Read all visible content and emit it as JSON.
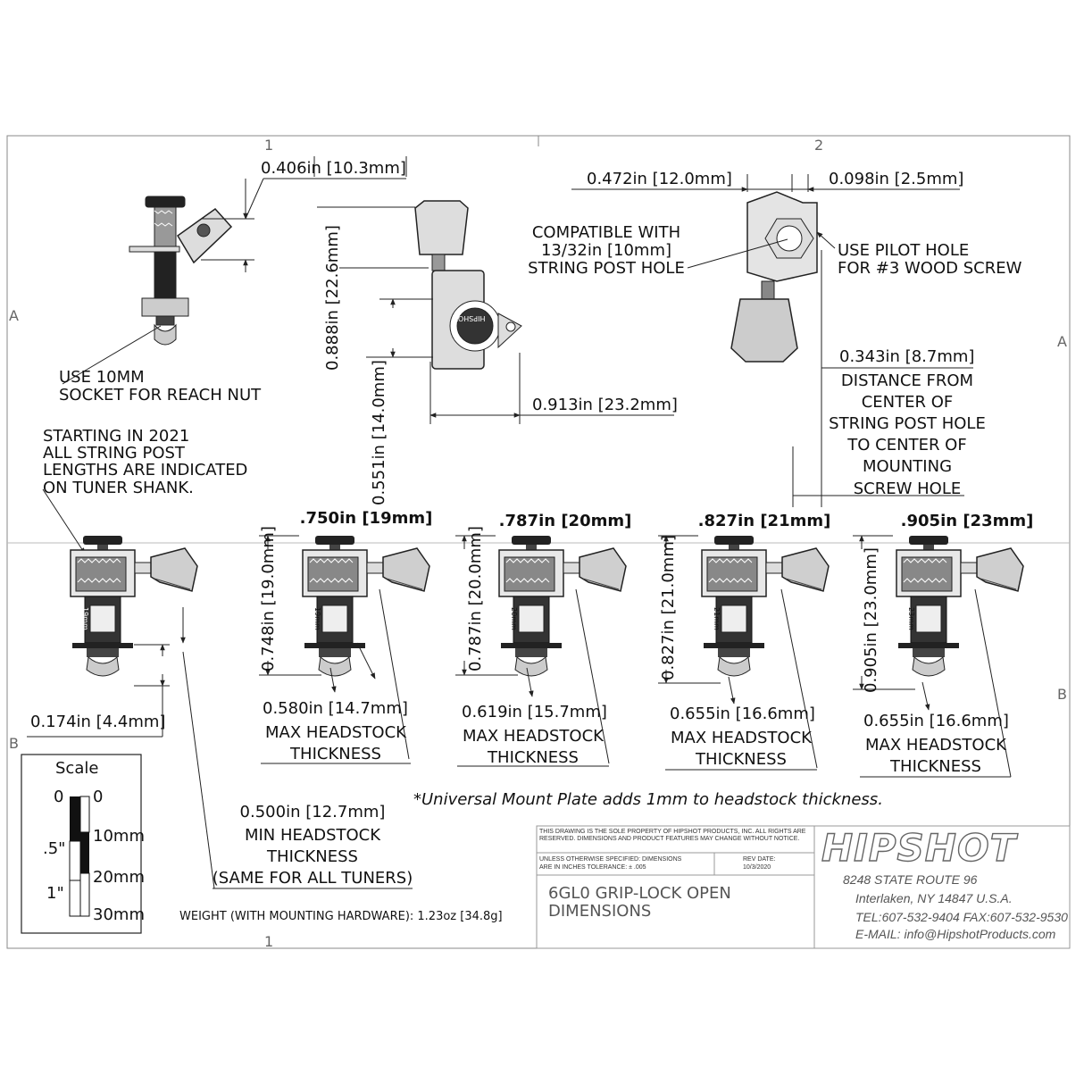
{
  "frame": {
    "zone_top_1": "1",
    "zone_top_2": "2",
    "zone_bottom_1": "1",
    "zone_left_a": "A",
    "zone_left_b": "B",
    "zone_right_a": "A",
    "zone_right_b": "B"
  },
  "top_views": {
    "side_dim": "0.406in",
    "side_dim_mm": "10.3mm",
    "socket_note_1": "USE 10MM",
    "socket_note_2": "SOCKET FOR REACH NUT",
    "front_v1": "0.888in",
    "front_v1_mm": "22.6mm",
    "front_v2": "0.551in",
    "front_v2_mm": "14.0mm",
    "front_h": "0.913in",
    "front_h_mm": "23.2mm",
    "compat_1": "COMPATIBLE WITH",
    "compat_2": "13/32in [10mm]",
    "compat_3": "STRING POST HOLE",
    "back_w": "0.472in",
    "back_w_mm": "12.0mm",
    "back_w2": "0.098in",
    "back_w2_mm": "2.5mm",
    "pilot_1": "USE PILOT HOLE",
    "pilot_2": "FOR #3 WOOD SCREW",
    "center_dim": "0.343in",
    "center_dim_mm": "8.7mm",
    "center_1": "DISTANCE FROM",
    "center_2": "CENTER OF",
    "center_3": "STRING POST HOLE",
    "center_4": "TO CENTER OF",
    "center_5": "MOUNTING",
    "center_6": "SCREW HOLE",
    "brand_cap": "HIPSHOT"
  },
  "starting_note": [
    "STARTING IN 2021",
    "ALL STRING POST",
    "LENGTHS ARE INDICATED",
    "ON TUNER SHANK."
  ],
  "base_tuner": {
    "shank_label": "19mm",
    "dim": "0.174in",
    "dim_mm": "4.4mm"
  },
  "tuners": [
    {
      "title": ".750in [19mm]",
      "vdim": "0.748in",
      "vdim_mm": "19.0mm",
      "max": "0.580in",
      "max_mm": "14.7mm",
      "shank": "19mm"
    },
    {
      "title": ".787in [20mm]",
      "vdim": "0.787in",
      "vdim_mm": "20.0mm",
      "max": "0.619in",
      "max_mm": "15.7mm",
      "shank": "20mm"
    },
    {
      "title": ".827in [21mm]",
      "vdim": "0.827in",
      "vdim_mm": "21.0mm",
      "max": "0.655in",
      "max_mm": "16.6mm",
      "shank": "21mm"
    },
    {
      "title": ".905in [23mm]",
      "vdim": "0.905in",
      "vdim_mm": "23.0mm",
      "max": "0.655in",
      "max_mm": "16.6mm",
      "shank": "23mm"
    }
  ],
  "max_label_1": "MAX HEADSTOCK",
  "max_label_2": "THICKNESS",
  "min": {
    "dim": "0.500in",
    "dim_mm": "12.7mm",
    "l1": "MIN HEADSTOCK",
    "l2": "THICKNESS",
    "l3": "(SAME FOR ALL TUNERS)"
  },
  "note_universal": "*Universal Mount Plate adds 1mm to headstock thickness.",
  "weight": "WEIGHT (WITH MOUNTING HARDWARE): 1.23oz [34.8g]",
  "scale": {
    "title": "Scale",
    "in0": "0",
    "in_half": ".5\"",
    "in1": "1\"",
    "mm0": "0",
    "mm10": "10mm",
    "mm20": "20mm",
    "mm30": "30mm"
  },
  "title_block": {
    "property": "THIS DRAWING IS THE SOLE PROPERTY OF HIPSHOT PRODUCTS, INC. ALL RIGHTS ARE RESERVED. DIMENSIONS AND PRODUCT FEATURES MAY CHANGE WITHOUT NOTICE.",
    "unless_1": "UNLESS OTHERWISE SPECIFIED: DIMENSIONS",
    "unless_2": "ARE IN INCHES TOLERANCE:  ± .005",
    "rev_label": "REV DATE:",
    "rev_date": "10/3/2020",
    "part_1": "6GL0 GRIP-LOCK OPEN",
    "part_2": "DIMENSIONS",
    "logo": "HIPSHOT",
    "addr_1": "8248 STATE ROUTE 96",
    "addr_2": "Interlaken, NY 14847 U.S.A.",
    "addr_3": "TEL:607-532-9404 FAX:607-532-9530",
    "addr_4": "E-MAIL: info@HipshotProducts.com"
  }
}
